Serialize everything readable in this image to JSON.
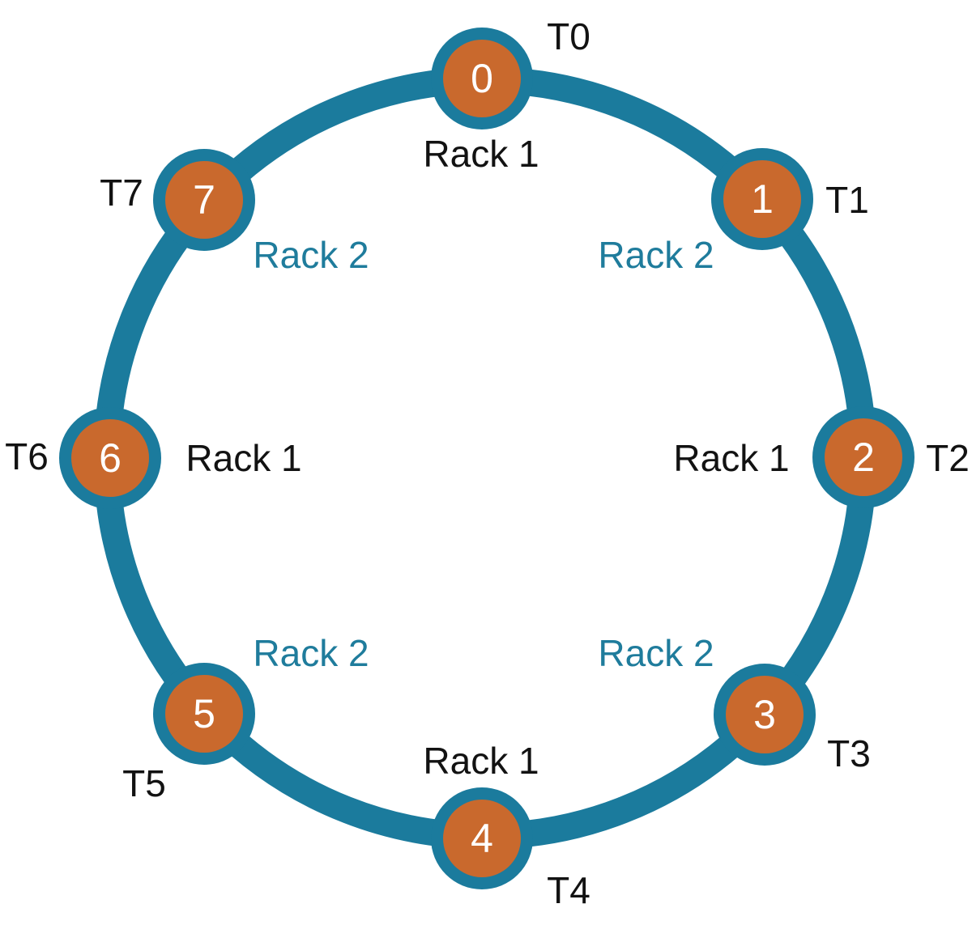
{
  "colors": {
    "ring_teal": "#1b7b9d",
    "node_orange": "#c9692d",
    "node_digit": "#ffffff",
    "rack1_text": "#121212",
    "rack2_text": "#1f7c9c"
  },
  "nodes": [
    {
      "id": "0",
      "t_label": "T0",
      "rack": "Rack 1"
    },
    {
      "id": "1",
      "t_label": "T1",
      "rack": "Rack 2"
    },
    {
      "id": "2",
      "t_label": "T2",
      "rack": "Rack 1"
    },
    {
      "id": "3",
      "t_label": "T3",
      "rack": "Rack 2"
    },
    {
      "id": "4",
      "t_label": "T4",
      "rack": "Rack 1"
    },
    {
      "id": "5",
      "t_label": "T5",
      "rack": "Rack 2"
    },
    {
      "id": "6",
      "t_label": "T6",
      "rack": "Rack 1"
    },
    {
      "id": "7",
      "t_label": "T7",
      "rack": "Rack 2"
    }
  ]
}
